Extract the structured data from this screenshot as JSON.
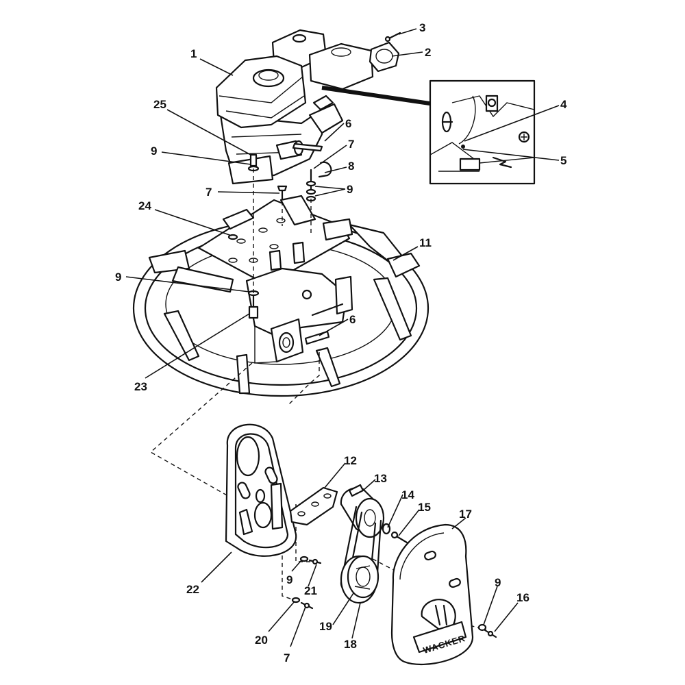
{
  "diagram": {
    "callouts": [
      {
        "id": "c1",
        "text": "1"
      },
      {
        "id": "c2",
        "text": "2"
      },
      {
        "id": "c3",
        "text": "3"
      },
      {
        "id": "c4",
        "text": "4"
      },
      {
        "id": "c5",
        "text": "5"
      },
      {
        "id": "c6a",
        "text": "6"
      },
      {
        "id": "c6b",
        "text": "6"
      },
      {
        "id": "c7a",
        "text": "7"
      },
      {
        "id": "c7b",
        "text": "7"
      },
      {
        "id": "c7c",
        "text": "7"
      },
      {
        "id": "c8",
        "text": "8"
      },
      {
        "id": "c9a",
        "text": "9"
      },
      {
        "id": "c9b",
        "text": "9"
      },
      {
        "id": "c9c",
        "text": "9"
      },
      {
        "id": "c9d",
        "text": "9"
      },
      {
        "id": "c9e",
        "text": "9"
      },
      {
        "id": "c11",
        "text": "11"
      },
      {
        "id": "c12",
        "text": "12"
      },
      {
        "id": "c13",
        "text": "13"
      },
      {
        "id": "c14",
        "text": "14"
      },
      {
        "id": "c15",
        "text": "15"
      },
      {
        "id": "c16",
        "text": "16"
      },
      {
        "id": "c17",
        "text": "17"
      },
      {
        "id": "c18",
        "text": "18"
      },
      {
        "id": "c19",
        "text": "19"
      },
      {
        "id": "c20",
        "text": "20"
      },
      {
        "id": "c21",
        "text": "21"
      },
      {
        "id": "c22",
        "text": "22"
      },
      {
        "id": "c23",
        "text": "23"
      },
      {
        "id": "c24",
        "text": "24"
      },
      {
        "id": "c25",
        "text": "25"
      }
    ],
    "cover_brand": "WACKER"
  }
}
